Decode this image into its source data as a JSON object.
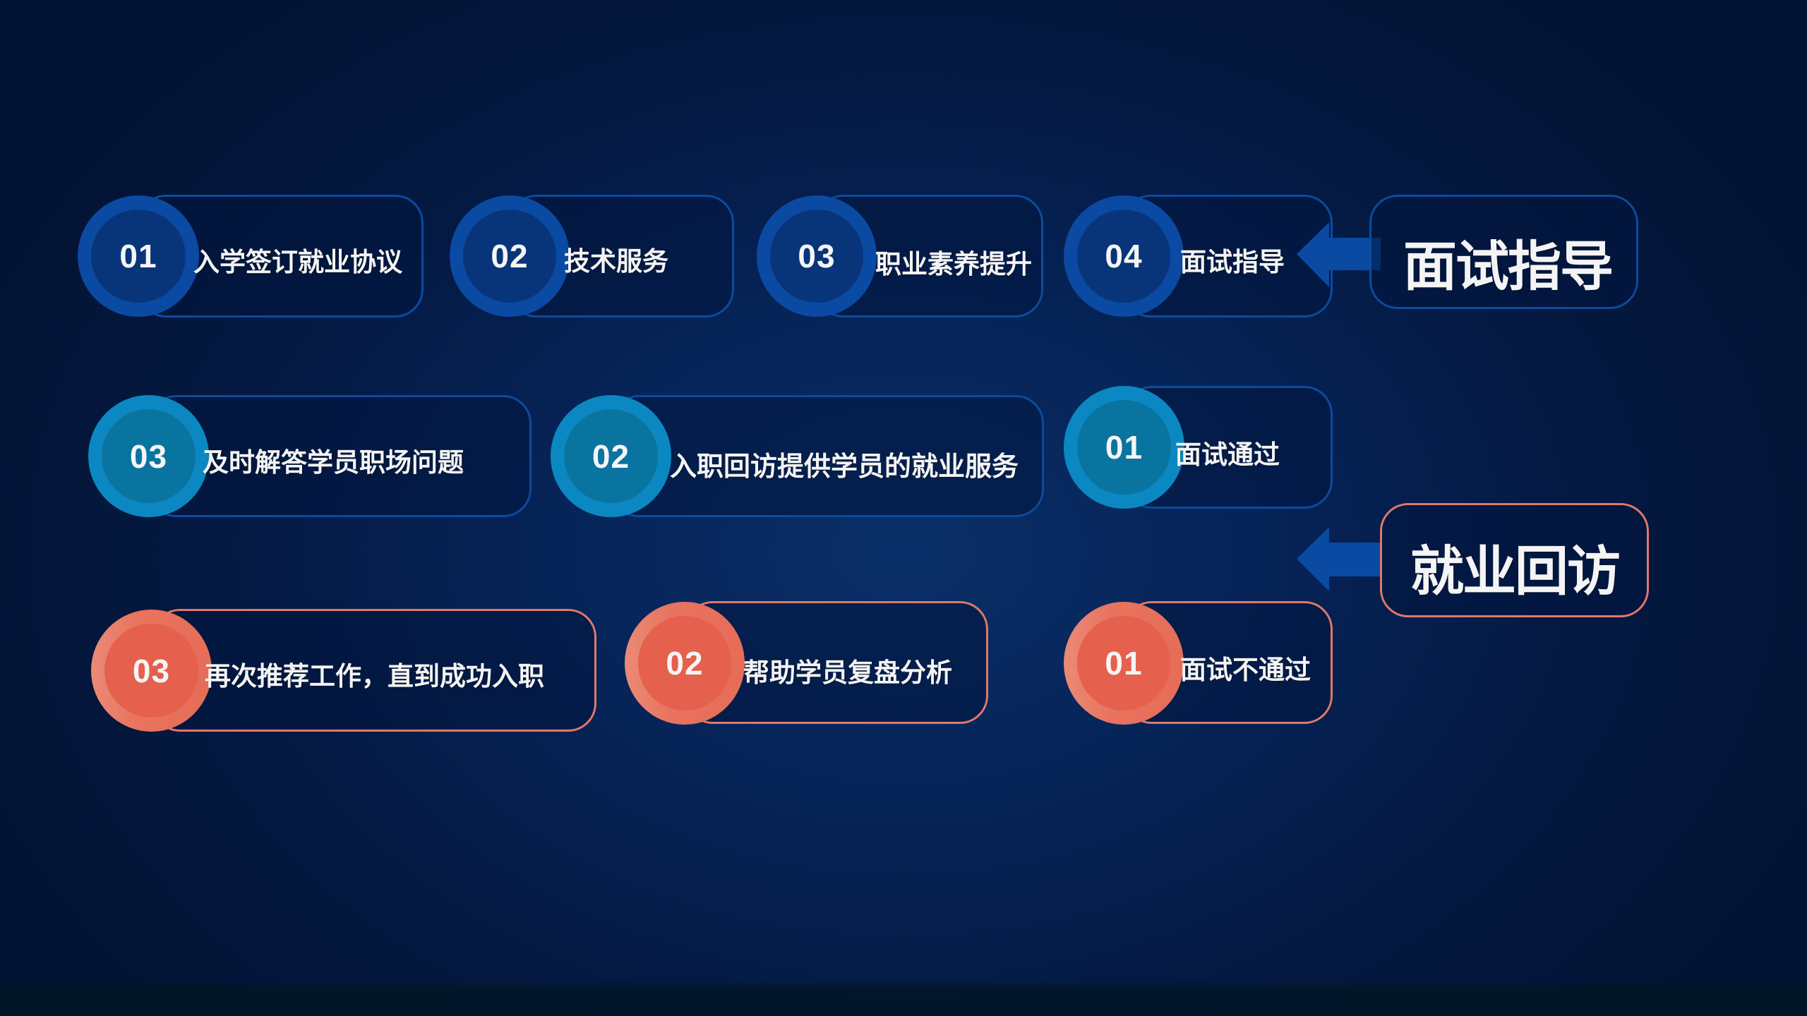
{
  "colors": {
    "blue_border": "#0c4b9e",
    "salmon_border": "#e0786a",
    "blue_circle": "#0b4aa2",
    "cyan_circle": "#0b88c2",
    "red_circle": "#e8735e",
    "arrow": "#0b4aa2",
    "text": "#f4f4f4"
  },
  "interview_guidance": {
    "title": "面试指导",
    "steps": [
      {
        "num": "01",
        "label": "入学签订就业协议"
      },
      {
        "num": "02",
        "label": "技术服务"
      },
      {
        "num": "03",
        "label": "职业素养提升"
      },
      {
        "num": "04",
        "label": "面试指导"
      }
    ]
  },
  "employment_followup": {
    "title": "就业回访",
    "passed": {
      "steps": [
        {
          "num": "01",
          "label": "面试通过"
        },
        {
          "num": "02",
          "label": "入职回访提供学员的就业服务"
        },
        {
          "num": "03",
          "label": "及时解答学员职场问题"
        }
      ]
    },
    "failed": {
      "steps": [
        {
          "num": "01",
          "label": "面试不通过"
        },
        {
          "num": "02",
          "label": "帮助学员复盘分析"
        },
        {
          "num": "03",
          "label": "再次推荐工作，直到成功入职"
        }
      ]
    }
  }
}
